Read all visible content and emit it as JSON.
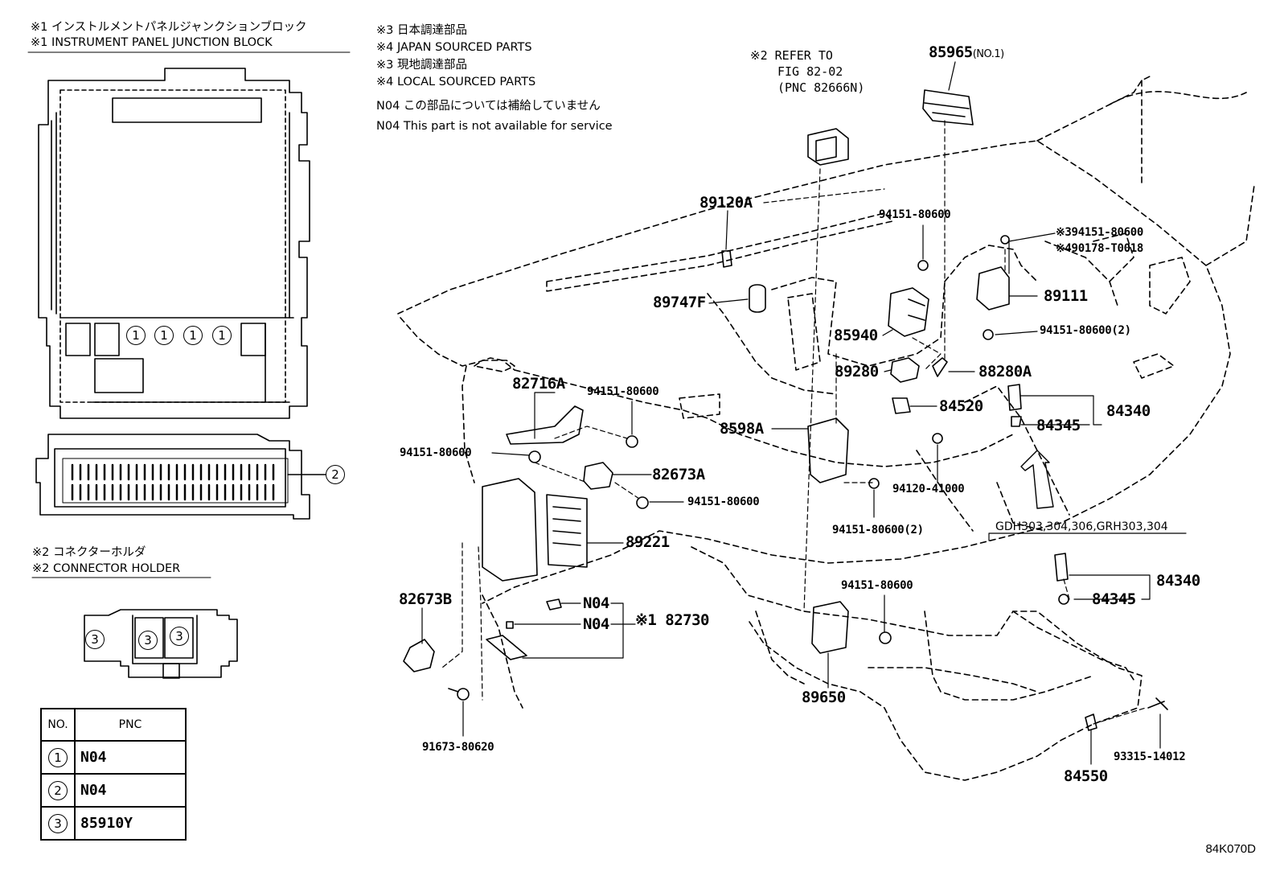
{
  "notes": {
    "n1_jp": "※1 インストルメントパネルジャンクションブロック",
    "n1_en": "※1 INSTRUMENT PANEL JUNCTION BLOCK",
    "n3_jp": "※3 日本調達部品",
    "n4_en_japan": "※4 JAPAN SOURCED PARTS",
    "n3_jp_local": "※3 現地調達部品",
    "n4_en_local": "※4 LOCAL SOURCED PARTS",
    "n04_jp": "N04  この部品については補給していません",
    "n04_en": "N04  This part is not available for service",
    "n2_jp": "※2 コネクターホルダ",
    "n2_en": "※2 CONNECTOR HOLDER",
    "refer1": "※2 REFER TO",
    "refer2": "FIG 82-02",
    "refer3": "(PNC 82666N)",
    "variant": "GDH303,304,306,GRH303,304"
  },
  "callouts": {
    "c1": "1",
    "c2": "2",
    "c3": "3"
  },
  "parts": {
    "p85965": "85965",
    "p85965_no": "(NO.1)",
    "p89120A": "89120A",
    "p94151_top": "94151-80600",
    "p94151_n3": "※394151-80600",
    "p90178": "※490178-T0018",
    "p89747F": "89747F",
    "p89111": "89111",
    "p85940": "85940",
    "p94151_2a": "94151-80600(2)",
    "p89280": "89280",
    "p88280A": "88280A",
    "p82716A": "82716A",
    "p94151_mid": "94151-80600",
    "p84520": "84520",
    "p84340a": "84340",
    "p84345a": "84345",
    "p8598A": "8598A",
    "p94151_left": "94151-80600",
    "p82673A": "82673A",
    "p94151_b": "94151-80600",
    "p94120": "94120-41000",
    "p94151_2b": "94151-80600(2)",
    "p89221": "89221",
    "p82673B": "82673B",
    "pN04a": "N04",
    "pN04b": "N04",
    "p82730": "※1 82730",
    "p94151_c": "94151-80600",
    "p84340b": "84340",
    "p84345b": "84345",
    "p89650": "89650",
    "p91673": "91673-80620",
    "p84550": "84550",
    "p93315": "93315-14012"
  },
  "table": {
    "h_no": "NO.",
    "h_pnc": "PNC",
    "rows": [
      {
        "no": "1",
        "pnc": "N04"
      },
      {
        "no": "2",
        "pnc": "N04"
      },
      {
        "no": "3",
        "pnc": "85910Y"
      }
    ]
  },
  "figure_id": "84K070D"
}
